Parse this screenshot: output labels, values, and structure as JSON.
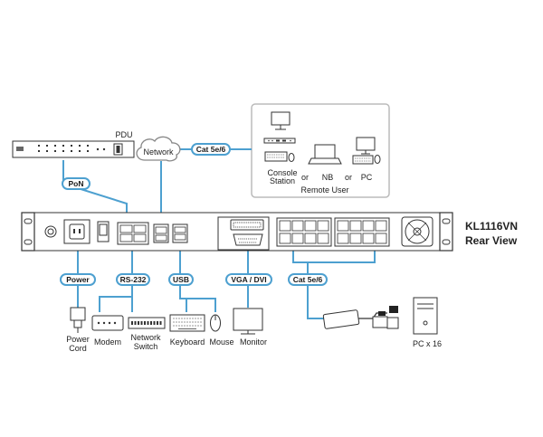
{
  "product": {
    "model": "KL1116VN",
    "view": "Rear View"
  },
  "labels": {
    "pdu": "PDU",
    "network": "Network",
    "cat_top": "Cat 5e/6",
    "pon": "PoN",
    "power": "Power",
    "rs232": "RS-232",
    "usb": "USB",
    "vga_dvi": "VGA / DVI",
    "cat_bottom": "Cat 5e/6"
  },
  "remote_user": {
    "title": "Remote User",
    "console_line1": "Console",
    "console_line2": "Station",
    "or1": "or",
    "nb": "NB",
    "or2": "or",
    "pc": "PC"
  },
  "devices": {
    "power_line1": "Power",
    "power_line2": "Cord",
    "modem": "Modem",
    "switch_line1": "Network",
    "switch_line2": "Switch",
    "keyboard": "Keyboard",
    "mouse": "Mouse",
    "monitor": "Monitor",
    "pc": "PC x 16"
  },
  "colors": {
    "cable": "#4da0d0",
    "outline": "#333333",
    "panel_border": "#bbbbbb"
  }
}
